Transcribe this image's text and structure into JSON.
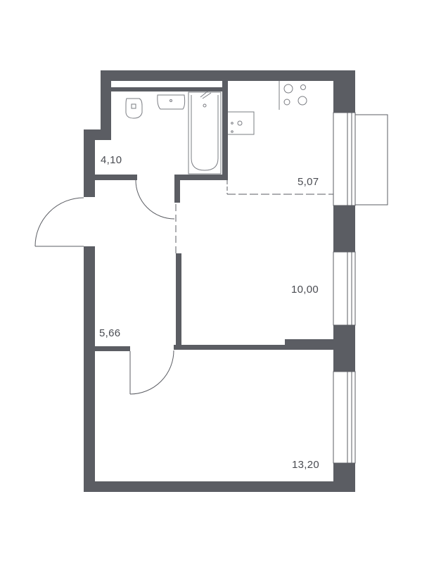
{
  "floor_plan": {
    "wall_color": "#5b5d63",
    "line_color": "#7a7c82",
    "background": "#ffffff",
    "rooms": [
      {
        "id": "bathroom",
        "area": "4,10"
      },
      {
        "id": "kitchen",
        "area": "5,07"
      },
      {
        "id": "hallway",
        "area": "5,66"
      },
      {
        "id": "living-area",
        "area": "10,00"
      },
      {
        "id": "bedroom",
        "area": "13,20"
      }
    ]
  }
}
